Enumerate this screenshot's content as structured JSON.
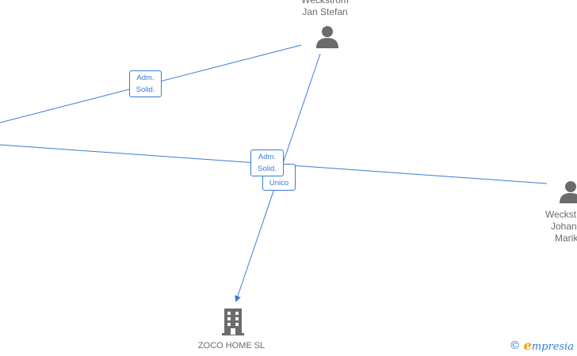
{
  "nodes": {
    "jan_stefan": {
      "lines": [
        "Weckstrom",
        "Jan Stefan"
      ],
      "type": "person"
    },
    "johan_marik": {
      "lines": [
        "Weckst",
        "Johan",
        "Marik"
      ],
      "type": "person"
    },
    "zoco_home": {
      "lines": [
        "ZOCO HOME  SL"
      ],
      "type": "company"
    }
  },
  "edges": {
    "adm_solid_1": {
      "lines": [
        "Adm.",
        "Solid."
      ]
    },
    "adm_solid_2": {
      "lines": [
        "Adm.",
        "Solid."
      ]
    },
    "unico": {
      "lines": [
        "Unico"
      ]
    }
  },
  "watermark": {
    "copyright": "©",
    "brand_initial": "e",
    "brand_rest": "mpresia"
  },
  "colors": {
    "edge": "#3a7bd5",
    "node_icon": "#6b6b6b"
  }
}
